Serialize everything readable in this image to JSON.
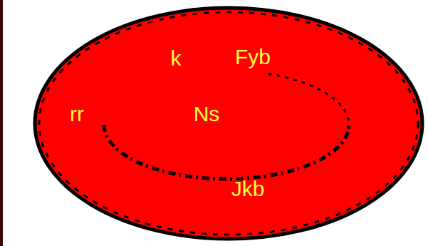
{
  "diagram": {
    "nodes": [
      {
        "text": [
          "k",
          "Fyb",
          "rr",
          "Ns",
          "Jkb"
        ]
      }
    ]
  }
}
